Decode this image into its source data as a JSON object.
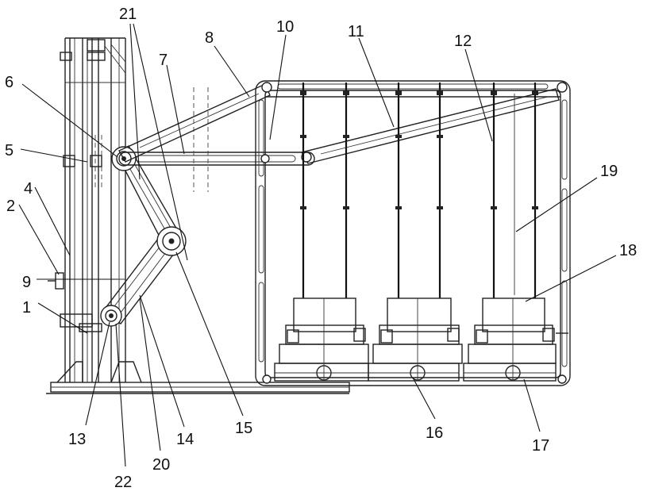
{
  "labels": {
    "l1": "1",
    "l2": "2",
    "l4": "4",
    "l5": "5",
    "l6": "6",
    "l7": "7",
    "l8": "8",
    "l9": "9",
    "l10": "10",
    "l11": "11",
    "l12": "12",
    "l13": "13",
    "l14": "14",
    "l15": "15",
    "l16": "16",
    "l17": "17",
    "l18": "18",
    "l19": "19",
    "l20": "20",
    "l21": "21",
    "l22": "22"
  },
  "colors": {
    "line": "#222222",
    "background": "#ffffff"
  }
}
